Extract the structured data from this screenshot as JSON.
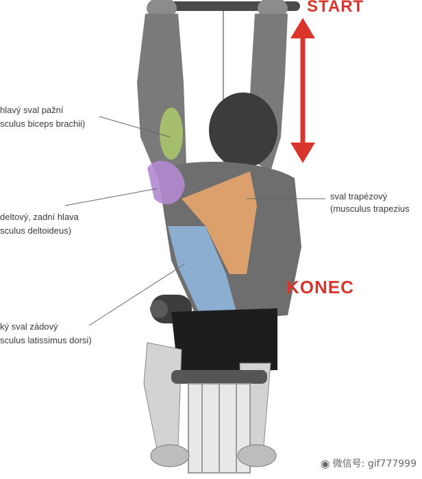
{
  "labels": {
    "start": "START",
    "konec": "KONEC",
    "biceps_cz": "hlavý sval pažní",
    "biceps_lat": "sculus biceps brachii)",
    "deltoid_cz": "deltový, zadní hlava",
    "deltoid_lat": "sculus deltoideus)",
    "lat_cz": "ký sval zádový",
    "lat_lat": "sculus latissimus dorsi)",
    "trap_cz": "sval trapézový",
    "trap_lat": "(musculus trapezius"
  },
  "watermark": {
    "text": "微信号: gif777999",
    "icon": "wechat-icon"
  },
  "colors": {
    "arrow": "#d9352b",
    "biceps": "#a9c56a",
    "deltoid": "#b38ad1",
    "latissimus": "#8fb6dc",
    "trapezius": "#e7a56a"
  }
}
